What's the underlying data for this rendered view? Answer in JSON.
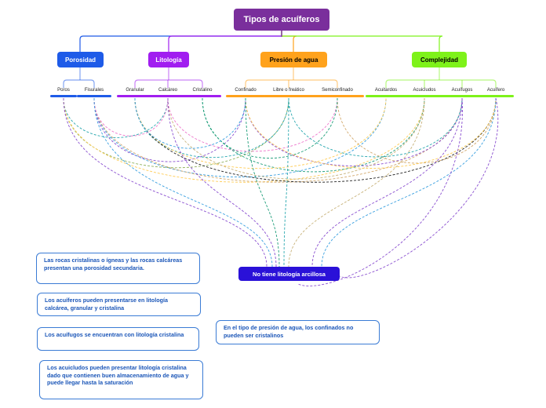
{
  "root": {
    "label": "Tipos de acuíferos",
    "color": "#7a2f9c"
  },
  "categories": [
    {
      "label": "Porosidad",
      "color": "#1e5be8",
      "text": "light",
      "leaves": [
        "Poros",
        "Fisurales"
      ]
    },
    {
      "label": "Litología",
      "color": "#a11ef0",
      "text": "light",
      "leaves": [
        "Granular",
        "Calcáreo",
        "Cristalino"
      ]
    },
    {
      "label": "Presión de agua",
      "color": "#ffa21c",
      "text": "dark",
      "leaves": [
        "Confinado",
        "Libre o freático",
        "Semiconfinado"
      ]
    },
    {
      "label": "Complejidad",
      "color": "#7ef21a",
      "text": "dark",
      "leaves": [
        "Acuitardos",
        "Acuicludos",
        "Acuífugos",
        "Acuífero"
      ]
    }
  ],
  "center": {
    "label": "No tiene litología arcillosa",
    "color": "#2a11d8"
  },
  "notes": [
    {
      "text": "Las rocas cristalinas o ígneas y las rocas calcáreas presentan una porosidad secundaria."
    },
    {
      "text": "Los acuíferos pueden presentarse en litología calcárea, granular y cristalina"
    },
    {
      "text": "Los acuífugos se encuentran con litología cristalina"
    },
    {
      "text": "Los acuicludos pueden presentar litología cristalina dado que contienen buen almacenamiento de agua y puede llegar hasta la saturación"
    },
    {
      "text": "En el tipo de presión de agua, los confinados no pueden ser cristalinos"
    }
  ],
  "connector_colors": [
    "#2aa8b0",
    "#8fb05a",
    "#ffcc55",
    "#8a4fd0",
    "#3aa0e0",
    "#d2a86c",
    "#222222",
    "#ee77cc",
    "#c8b27a",
    "#1e9e7a"
  ]
}
